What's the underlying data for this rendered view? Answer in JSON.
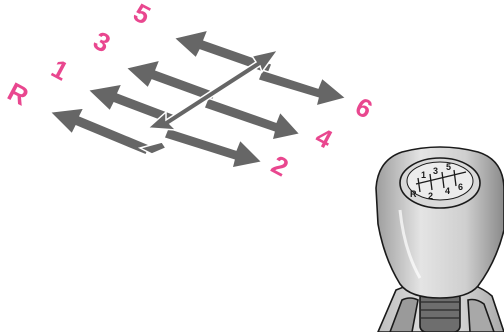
{
  "colors": {
    "background": "#ffffff",
    "arrow_fill": "#666666",
    "label_pink": "#e9478f",
    "knob_light": "#e2e2e2",
    "knob_mid": "#bdbdbd",
    "knob_dark": "#8f8f8f",
    "outline": "#1a1a1a"
  },
  "shift_pattern": {
    "gear_labels": [
      "R",
      "1",
      "3",
      "5",
      "6",
      "4",
      "2"
    ]
  },
  "knob": {
    "gear_markings": [
      "R",
      "1",
      "3",
      "5",
      "2",
      "4",
      "6"
    ]
  }
}
